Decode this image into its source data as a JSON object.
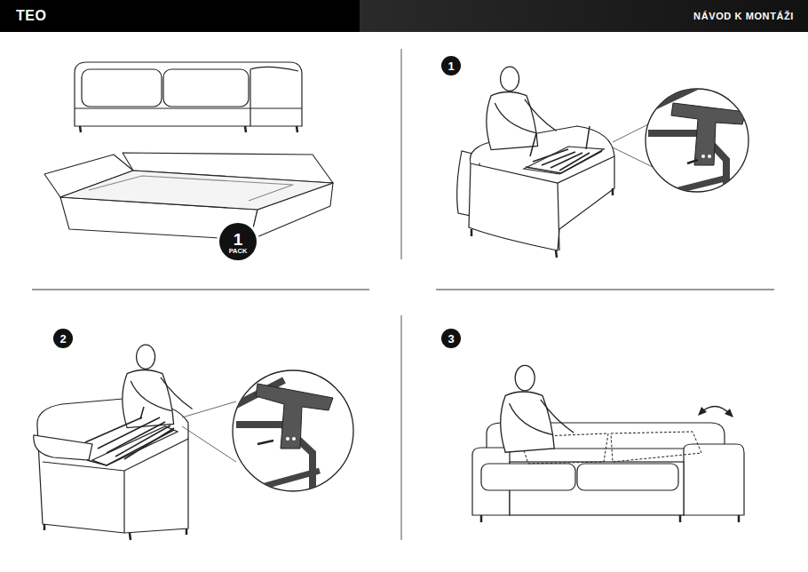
{
  "diagram": {
    "nodes": [
      {
        "text": [
          "TEO"
        ]
      },
      {
        "text": [
          "NÁVOD K MONTÁŽI"
        ]
      },
      {
        "text": [
          "1",
          "PACK"
        ]
      },
      {
        "text": [
          "1"
        ]
      },
      {
        "text": [
          "2"
        ]
      },
      {
        "text": [
          "3"
        ]
      }
    ]
  }
}
